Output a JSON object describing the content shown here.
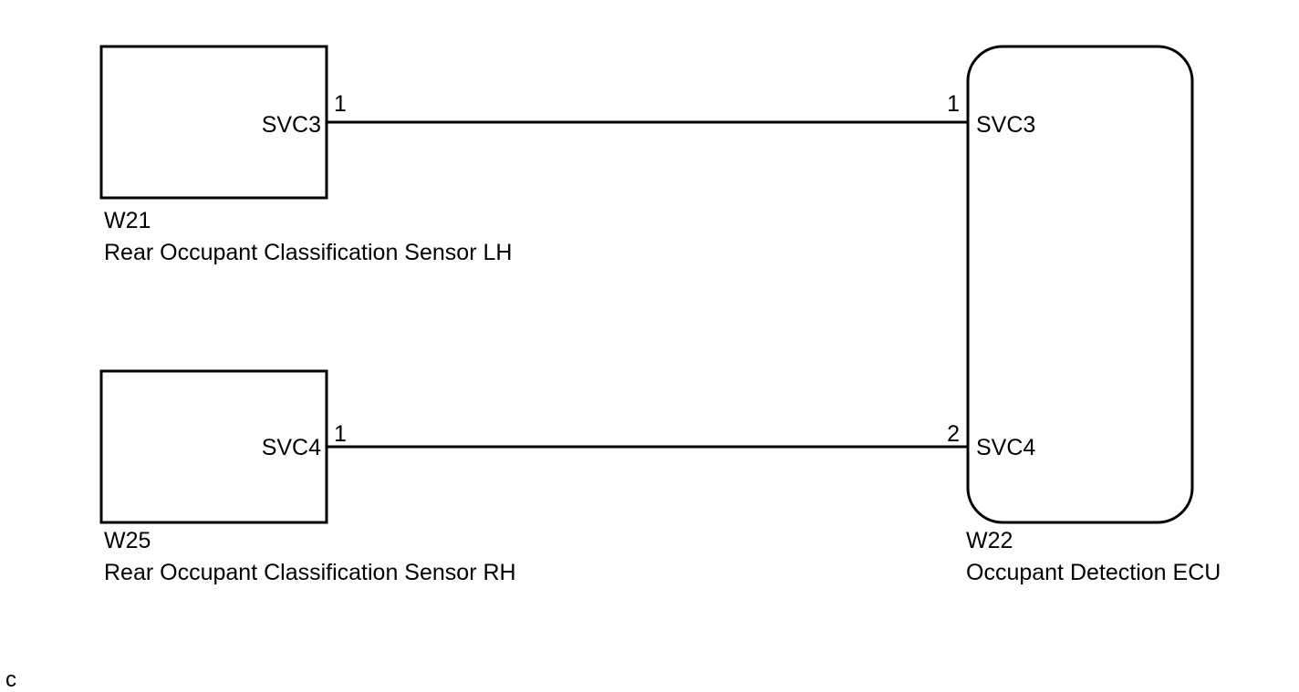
{
  "components": [
    {
      "id": "W21",
      "name": "Rear Occupant Classification Sensor LH",
      "pin_number": "1",
      "pin_label": "SVC3"
    },
    {
      "id": "W25",
      "name": "Rear Occupant Classification Sensor RH",
      "pin_number": "1",
      "pin_label": "SVC4"
    },
    {
      "id": "W22",
      "name": "Occupant Detection ECU",
      "pins": [
        {
          "number": "1",
          "label": "SVC3"
        },
        {
          "number": "2",
          "label": "SVC4"
        }
      ]
    }
  ],
  "corner_mark": "c",
  "colors": {
    "line": "#000000",
    "background": "#ffffff"
  }
}
